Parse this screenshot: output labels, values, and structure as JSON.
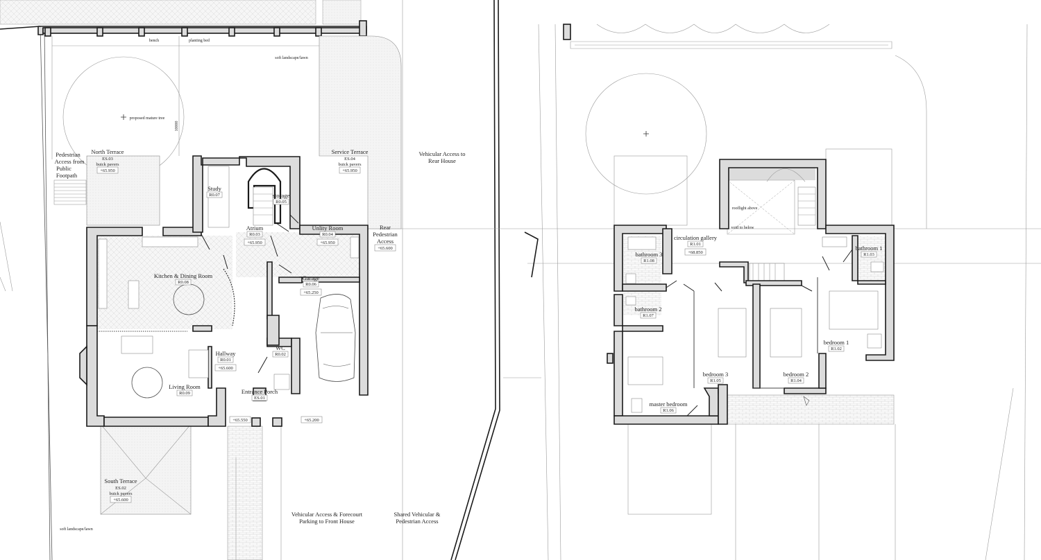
{
  "ground_floor": {
    "rooms": [
      {
        "id": "north-terrace",
        "name": "North Terrace",
        "code": "ES.03",
        "material": "buick pavers",
        "level": "+65.950"
      },
      {
        "id": "service-terrace",
        "name": "Service Terrace",
        "code": "ES.04",
        "material": "buick pavers",
        "level": "+65.950"
      },
      {
        "id": "study",
        "name": "Study",
        "code": "R0.07"
      },
      {
        "id": "storage",
        "name": "storage",
        "code": "R0.05"
      },
      {
        "id": "atrium",
        "name": "Atrium",
        "code": "R0.03",
        "level": "+65.950"
      },
      {
        "id": "utility-room",
        "name": "Unlity Room",
        "code": "R0.04",
        "level": "+65.950"
      },
      {
        "id": "kitchen-dining",
        "name": "Kitchen & Dining Room",
        "code": "R0.08"
      },
      {
        "id": "garage",
        "name": "Garage",
        "code": "R0.06",
        "level": "+65.250"
      },
      {
        "id": "hallway",
        "name": "Hallway",
        "code": "R0.01",
        "level": "+65.600"
      },
      {
        "id": "wc",
        "name": "WC",
        "code": "R0.02"
      },
      {
        "id": "living-room",
        "name": "Living Room",
        "code": "R0.09"
      },
      {
        "id": "entrance-porch",
        "name": "Entrance Porch",
        "code": "ES.01"
      },
      {
        "id": "south-terrace",
        "name": "South Terrace",
        "code": "ES.02",
        "material": "buick pavers",
        "level": "+65.600"
      }
    ],
    "rear_pedestrian_access": {
      "lines": [
        "Rear",
        "Pedestrian",
        "Access"
      ],
      "level": "+65.600"
    },
    "pedestrian_access": [
      "Pedestrian",
      "Access from",
      "Public",
      "Footpath"
    ],
    "vehicular_access_rear": [
      "Vehicular Access to",
      "Rear House"
    ],
    "vehicular_forecourt": [
      "Vehicular Access & Forecourt",
      "Parking to Front House"
    ],
    "shared_access": [
      "Shared Vehicular &",
      "Pedestrian Access"
    ],
    "levels": {
      "porch_front": "+65.550",
      "forecourt": "+65.200"
    },
    "notes": {
      "bench": "bench",
      "planting_bed": "planting bed",
      "soft_landscape_top": "soft landscape/lawn",
      "soft_landscape_bottom": "soft landscape/lawn",
      "tree": "proposed mature tree",
      "dimension": "10000"
    }
  },
  "first_floor": {
    "rooms": [
      {
        "id": "circulation-gallery",
        "name": "circulation gallery",
        "code": "R1.01",
        "level": "+68.850"
      },
      {
        "id": "bathroom-3",
        "name": "bathroom 3",
        "code": "R1.08"
      },
      {
        "id": "bathroom-2",
        "name": "bathroom 2",
        "code": "R1.07"
      },
      {
        "id": "bathroom-1",
        "name": "bathroom 1",
        "code": "R1.03"
      },
      {
        "id": "bedroom-1",
        "name": "bedroom 1",
        "code": "R1.02"
      },
      {
        "id": "bedroom-3",
        "name": "bedroom 3",
        "code": "R1.05"
      },
      {
        "id": "bedroom-2",
        "name": "bedroom 2",
        "code": "R1.04"
      },
      {
        "id": "master-bedroom",
        "name": "master bedroom",
        "code": "R1.06"
      }
    ],
    "notes": {
      "rooflight": "rooflight above",
      "void": "void to below"
    }
  },
  "colors": {
    "wall": "#1a1a1a",
    "hatch": "#dcdcdc",
    "linework": "#9a9a9a",
    "background": "#ffffff"
  }
}
